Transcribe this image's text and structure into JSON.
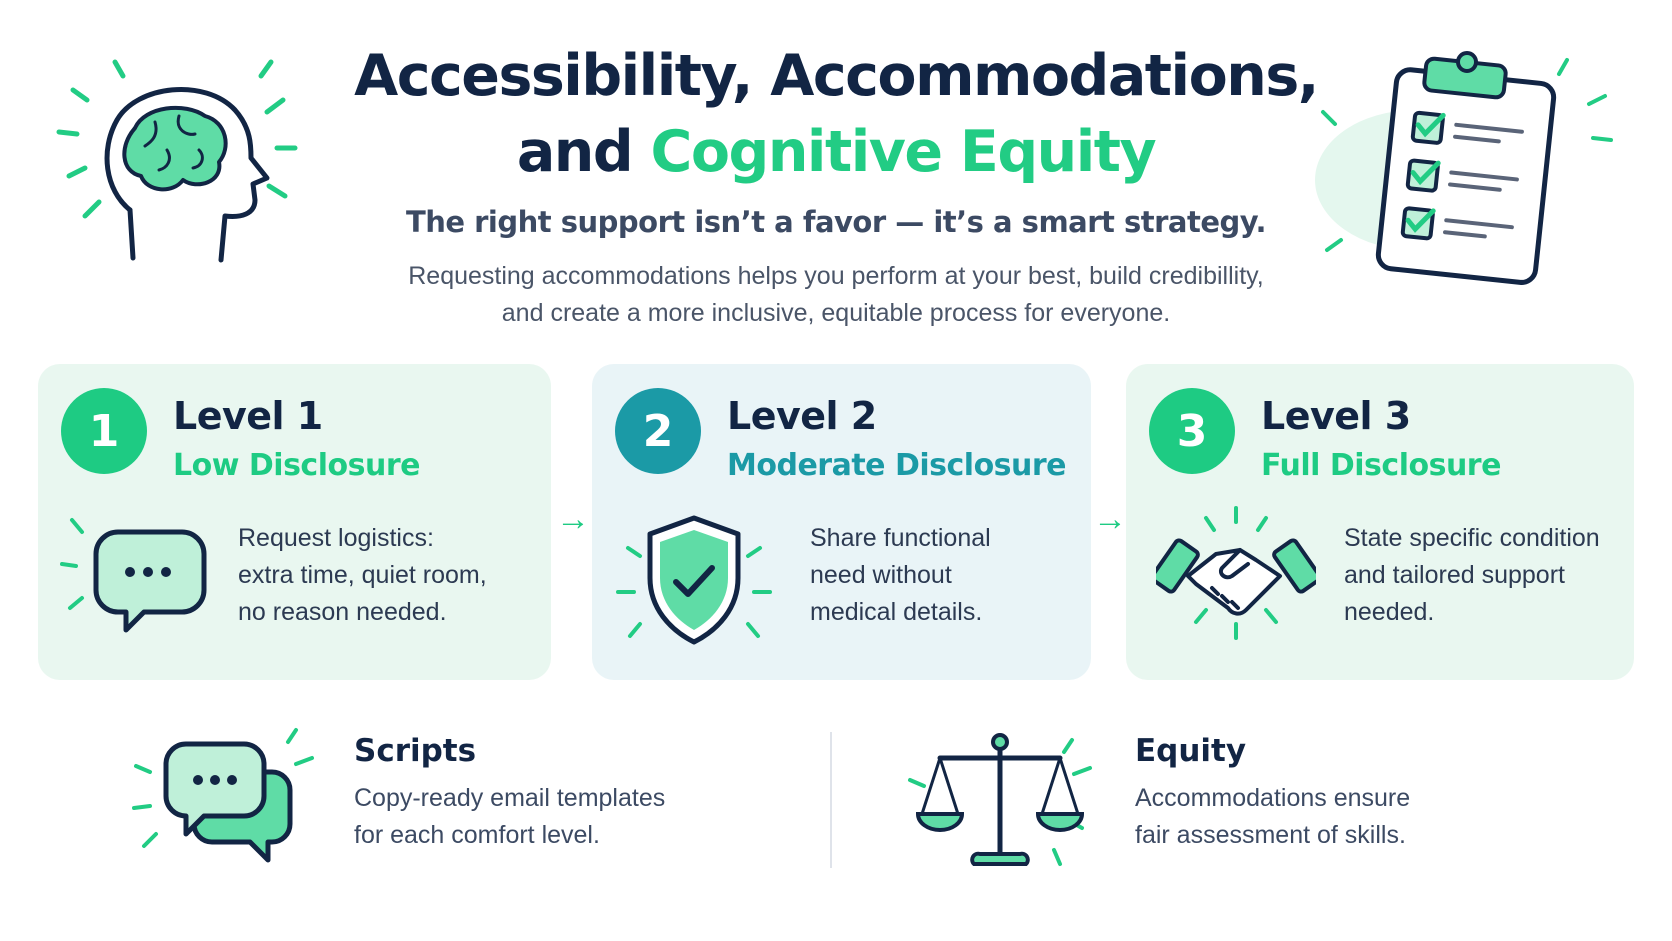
{
  "header": {
    "title_line1": "Accessibility, Accommodations,",
    "title_line2_plain": "and",
    "title_line2_accent": "Cognitive Equity",
    "subtitle": "The right support isn’t a favor — it’s a smart strategy.",
    "intro_line1": "Requesting accommodations helps you perform at your best, build credibillity,",
    "intro_line2": "and create a more inclusive, equitable process for everyone."
  },
  "levels": [
    {
      "number": "1",
      "title": "Level 1",
      "subtitle": "Low Disclosure",
      "desc": [
        "Request logistics:",
        "extra time, quiet room,",
        "no reason needed."
      ],
      "icon": "chat-bubble-icon"
    },
    {
      "number": "2",
      "title": "Level 2",
      "subtitle": "Moderate Disclosure",
      "desc": [
        "Share functional",
        "need without",
        "medical details."
      ],
      "icon": "shield-check-icon"
    },
    {
      "number": "3",
      "title": "Level 3",
      "subtitle": "Full Disclosure",
      "desc": [
        "State specific condition",
        "and tailored support",
        "needed."
      ],
      "icon": "handshake-icon"
    }
  ],
  "arrows": [
    "→",
    "→"
  ],
  "features": [
    {
      "title": "Scripts",
      "desc": [
        "Copy-ready email templates",
        "for each comfort level."
      ],
      "icon": "chat-bubbles-icon"
    },
    {
      "title": "Equity",
      "desc": [
        "Accommodations ensure",
        "fair assessment of skills."
      ],
      "icon": "balance-scale-icon"
    }
  ],
  "colors": {
    "navy": "#122544",
    "green": "#1ecb83",
    "teal": "#1b9aa6",
    "card_green_bg": "#e9f7f0",
    "card_blue_bg": "#e9f4f7"
  }
}
